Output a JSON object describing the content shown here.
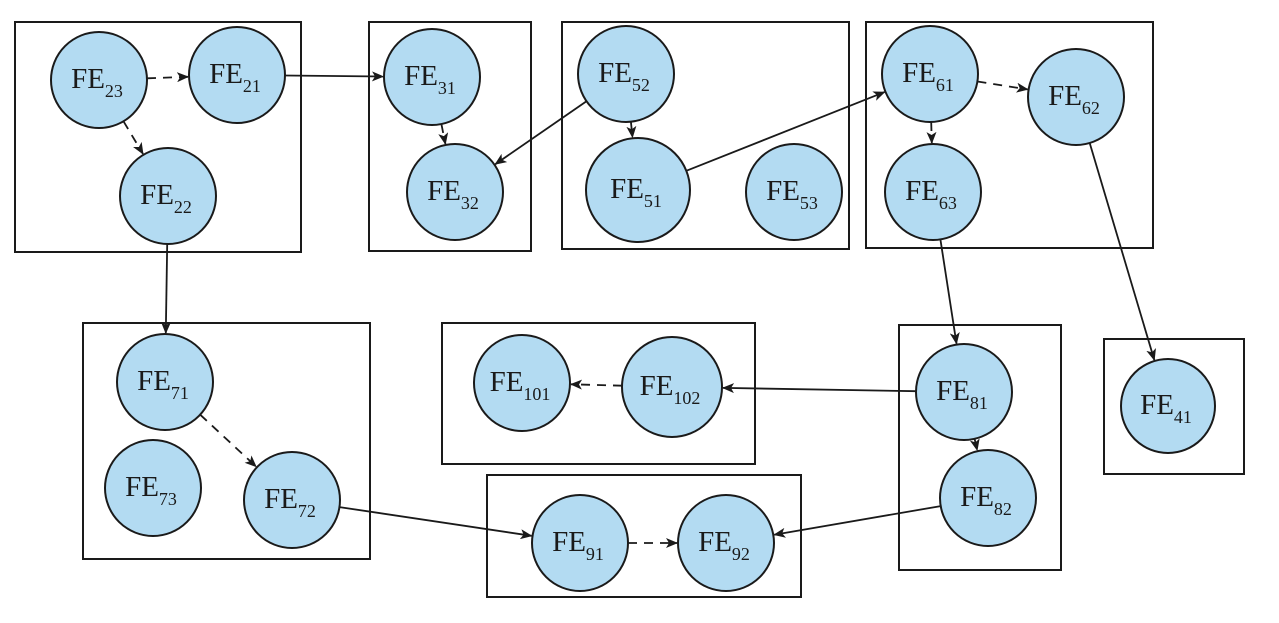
{
  "nodes": [
    {
      "id": "FE23",
      "base": "FE",
      "sub": "23"
    },
    {
      "id": "FE21",
      "base": "FE",
      "sub": "21"
    },
    {
      "id": "FE22",
      "base": "FE",
      "sub": "22"
    },
    {
      "id": "FE31",
      "base": "FE",
      "sub": "31"
    },
    {
      "id": "FE32",
      "base": "FE",
      "sub": "32"
    },
    {
      "id": "FE52",
      "base": "FE",
      "sub": "52"
    },
    {
      "id": "FE51",
      "base": "FE",
      "sub": "51"
    },
    {
      "id": "FE53",
      "base": "FE",
      "sub": "53"
    },
    {
      "id": "FE61",
      "base": "FE",
      "sub": "61"
    },
    {
      "id": "FE62",
      "base": "FE",
      "sub": "62"
    },
    {
      "id": "FE63",
      "base": "FE",
      "sub": "63"
    },
    {
      "id": "FE71",
      "base": "FE",
      "sub": "71"
    },
    {
      "id": "FE73",
      "base": "FE",
      "sub": "73"
    },
    {
      "id": "FE72",
      "base": "FE",
      "sub": "72"
    },
    {
      "id": "FE101",
      "base": "FE",
      "sub": "101"
    },
    {
      "id": "FE102",
      "base": "FE",
      "sub": "102"
    },
    {
      "id": "FE81",
      "base": "FE",
      "sub": "81"
    },
    {
      "id": "FE82",
      "base": "FE",
      "sub": "82"
    },
    {
      "id": "FE41",
      "base": "FE",
      "sub": "41"
    },
    {
      "id": "FE91",
      "base": "FE",
      "sub": "91"
    },
    {
      "id": "FE92",
      "base": "FE",
      "sub": "92"
    }
  ],
  "groups": [
    {
      "id": "g2",
      "members": [
        "FE23",
        "FE21",
        "FE22"
      ]
    },
    {
      "id": "g3",
      "members": [
        "FE31",
        "FE32"
      ]
    },
    {
      "id": "g5",
      "members": [
        "FE52",
        "FE51",
        "FE53"
      ]
    },
    {
      "id": "g6",
      "members": [
        "FE61",
        "FE62",
        "FE63"
      ]
    },
    {
      "id": "g7",
      "members": [
        "FE71",
        "FE73",
        "FE72"
      ]
    },
    {
      "id": "g10",
      "members": [
        "FE101",
        "FE102"
      ]
    },
    {
      "id": "g8",
      "members": [
        "FE81",
        "FE82"
      ]
    },
    {
      "id": "g4",
      "members": [
        "FE41"
      ]
    },
    {
      "id": "g9",
      "members": [
        "FE91",
        "FE92"
      ]
    }
  ],
  "edges": [
    {
      "from": "FE23",
      "to": "FE21",
      "style": "dashed"
    },
    {
      "from": "FE23",
      "to": "FE22",
      "style": "dashed"
    },
    {
      "from": "FE21",
      "to": "FE31",
      "style": "solid"
    },
    {
      "from": "FE31",
      "to": "FE32",
      "style": "dashed"
    },
    {
      "from": "FE52",
      "to": "FE32",
      "style": "solid"
    },
    {
      "from": "FE52",
      "to": "FE51",
      "style": "dashed"
    },
    {
      "from": "FE51",
      "to": "FE61",
      "style": "solid"
    },
    {
      "from": "FE61",
      "to": "FE62",
      "style": "dashed"
    },
    {
      "from": "FE61",
      "to": "FE63",
      "style": "dashed"
    },
    {
      "from": "FE22",
      "to": "FE71",
      "style": "solid"
    },
    {
      "from": "FE63",
      "to": "FE81",
      "style": "solid"
    },
    {
      "from": "FE62",
      "to": "FE41",
      "style": "solid"
    },
    {
      "from": "FE71",
      "to": "FE72",
      "style": "dashed"
    },
    {
      "from": "FE102",
      "to": "FE101",
      "style": "dashed"
    },
    {
      "from": "FE81",
      "to": "FE102",
      "style": "solid"
    },
    {
      "from": "FE81",
      "to": "FE82",
      "style": "dashed"
    },
    {
      "from": "FE72",
      "to": "FE91",
      "style": "solid"
    },
    {
      "from": "FE91",
      "to": "FE92",
      "style": "dashed"
    },
    {
      "from": "FE82",
      "to": "FE92",
      "style": "solid"
    }
  ]
}
